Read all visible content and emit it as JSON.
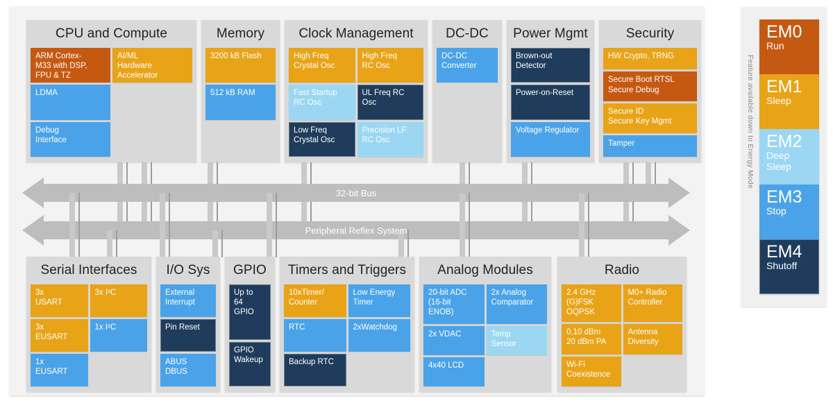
{
  "colors": {
    "em0": "#c65911",
    "em1": "#e8a317",
    "em2": "#9bd7f2",
    "em3": "#4aa3e8",
    "em4": "#1f3c5c",
    "panel": "#d9d9d9",
    "canvas": "#f3f3f3",
    "bus": "#bdbdbd"
  },
  "busses": [
    {
      "label": "32-bit Bus"
    },
    {
      "label": "Peripheral Reflex System"
    }
  ],
  "groups_top": [
    {
      "title": "CPU and Compute",
      "blocks": [
        {
          "label": "ARM Cortex-\nM33 with DSP,\nFPU & TZ",
          "mode": "em0"
        },
        {
          "label": "AI/ML\nHardware\nAccelerator",
          "mode": "em1"
        },
        {
          "label": "LDMA",
          "mode": "em3"
        },
        {
          "label": "",
          "mode": "empty"
        },
        {
          "label": "Debug\nInterface",
          "mode": "em3"
        },
        {
          "label": "",
          "mode": "empty"
        }
      ]
    },
    {
      "title": "Memory",
      "blocks": [
        {
          "label": "3200 kB Flash",
          "mode": "em1"
        },
        {
          "label": "512 kB RAM",
          "mode": "em3"
        },
        {
          "label": "",
          "mode": "empty"
        }
      ]
    },
    {
      "title": "Clock Management",
      "blocks": [
        {
          "label": "High Freq\nCrystal Osc",
          "mode": "em1"
        },
        {
          "label": "High Freq\nRC Osc",
          "mode": "em1"
        },
        {
          "label": "Fast Startup\nRC Osc",
          "mode": "em2"
        },
        {
          "label": "UL Freq RC\nOsc",
          "mode": "em4"
        },
        {
          "label": "Low Freq\nCrystal Osc",
          "mode": "em4"
        },
        {
          "label": "Precision LF\nRC Osc",
          "mode": "em2"
        }
      ]
    },
    {
      "title": "DC-DC",
      "blocks": [
        {
          "label": "DC-DC\nConverter",
          "mode": "em3"
        },
        {
          "label": "",
          "mode": "empty"
        },
        {
          "label": "",
          "mode": "empty"
        }
      ]
    },
    {
      "title": "Power Mgmt",
      "blocks": [
        {
          "label": "Brown-out\nDetector",
          "mode": "em4"
        },
        {
          "label": "Power-on-Reset",
          "mode": "em4"
        },
        {
          "label": "Voltage Regulator",
          "mode": "em3"
        }
      ]
    },
    {
      "title": "Security",
      "blocks": [
        {
          "label": "HW Crypto, TRNG",
          "mode": "em1"
        },
        {
          "label": "Secure Boot RTSL\nSecure Debug",
          "mode": "em0"
        },
        {
          "label": "Secure ID\nSecure Key Mgmt",
          "mode": "em1"
        },
        {
          "label": "Tamper",
          "mode": "em3"
        }
      ]
    }
  ],
  "groups_bottom": [
    {
      "title": "Serial Interfaces",
      "blocks": [
        {
          "label": "3x\nUSART",
          "mode": "em1"
        },
        {
          "label": "3x I²C",
          "mode": "em1"
        },
        {
          "label": "3x\nEUSART",
          "mode": "em1"
        },
        {
          "label": "1x I²C",
          "mode": "em3"
        },
        {
          "label": "1x\nEUSART",
          "mode": "em3"
        },
        {
          "label": "",
          "mode": "empty"
        }
      ]
    },
    {
      "title": "I/O Sys",
      "blocks": [
        {
          "label": "External\nInterrupt",
          "mode": "em3"
        },
        {
          "label": "Pin Reset",
          "mode": "em4"
        },
        {
          "label": "ABUS\nDBUS",
          "mode": "em3"
        }
      ]
    },
    {
      "title": "GPIO",
      "blocks": [
        {
          "label": "Up to\n64\nGPIO",
          "mode": "em4"
        },
        {
          "label": "GPIO\nWakeup",
          "mode": "em4"
        }
      ]
    },
    {
      "title": "Timers and Triggers",
      "blocks": [
        {
          "label": "10xTimer/\nCounter",
          "mode": "em1"
        },
        {
          "label": "Low Energy\nTimer",
          "mode": "em3"
        },
        {
          "label": "RTC",
          "mode": "em3"
        },
        {
          "label": "2xWatchdog",
          "mode": "em3"
        },
        {
          "label": "Backup RTC",
          "mode": "em4"
        },
        {
          "label": "",
          "mode": "empty"
        }
      ]
    },
    {
      "title": "Analog Modules",
      "blocks": [
        {
          "label": "20-bit ADC\n(16-bit\nENOB)",
          "mode": "em3"
        },
        {
          "label": "2x Analog\nComparator",
          "mode": "em3"
        },
        {
          "label": "2x VDAC",
          "mode": "em3"
        },
        {
          "label": "Temp\nSensor",
          "mode": "em2"
        },
        {
          "label": "4x40 LCD",
          "mode": "em3"
        },
        {
          "label": "",
          "mode": "empty"
        }
      ]
    },
    {
      "title": "Radio",
      "blocks": [
        {
          "label": "2.4 GHz\n(G)FSK\nOQPSK",
          "mode": "em1"
        },
        {
          "label": "M0+ Radio\nController",
          "mode": "em1"
        },
        {
          "label": "0,10 dBm\n20 dBm PA",
          "mode": "em1"
        },
        {
          "label": "Antenna\nDiversity",
          "mode": "em1"
        },
        {
          "label": "Wi-Fi\nCoexistence",
          "mode": "em1"
        },
        {
          "label": "",
          "mode": "empty"
        }
      ]
    }
  ],
  "legend": {
    "axis_label": "Feature available down to Energy Mode",
    "modes": [
      {
        "code": "EM0",
        "sub": "Run",
        "mode": "em0"
      },
      {
        "code": "EM1",
        "sub": "Sleep",
        "mode": "em1"
      },
      {
        "code": "EM2",
        "sub": "Deep\nSleep",
        "mode": "em2"
      },
      {
        "code": "EM3",
        "sub": "Stop",
        "mode": "em3"
      },
      {
        "code": "EM4",
        "sub": "Shutoff",
        "mode": "em4"
      }
    ]
  }
}
